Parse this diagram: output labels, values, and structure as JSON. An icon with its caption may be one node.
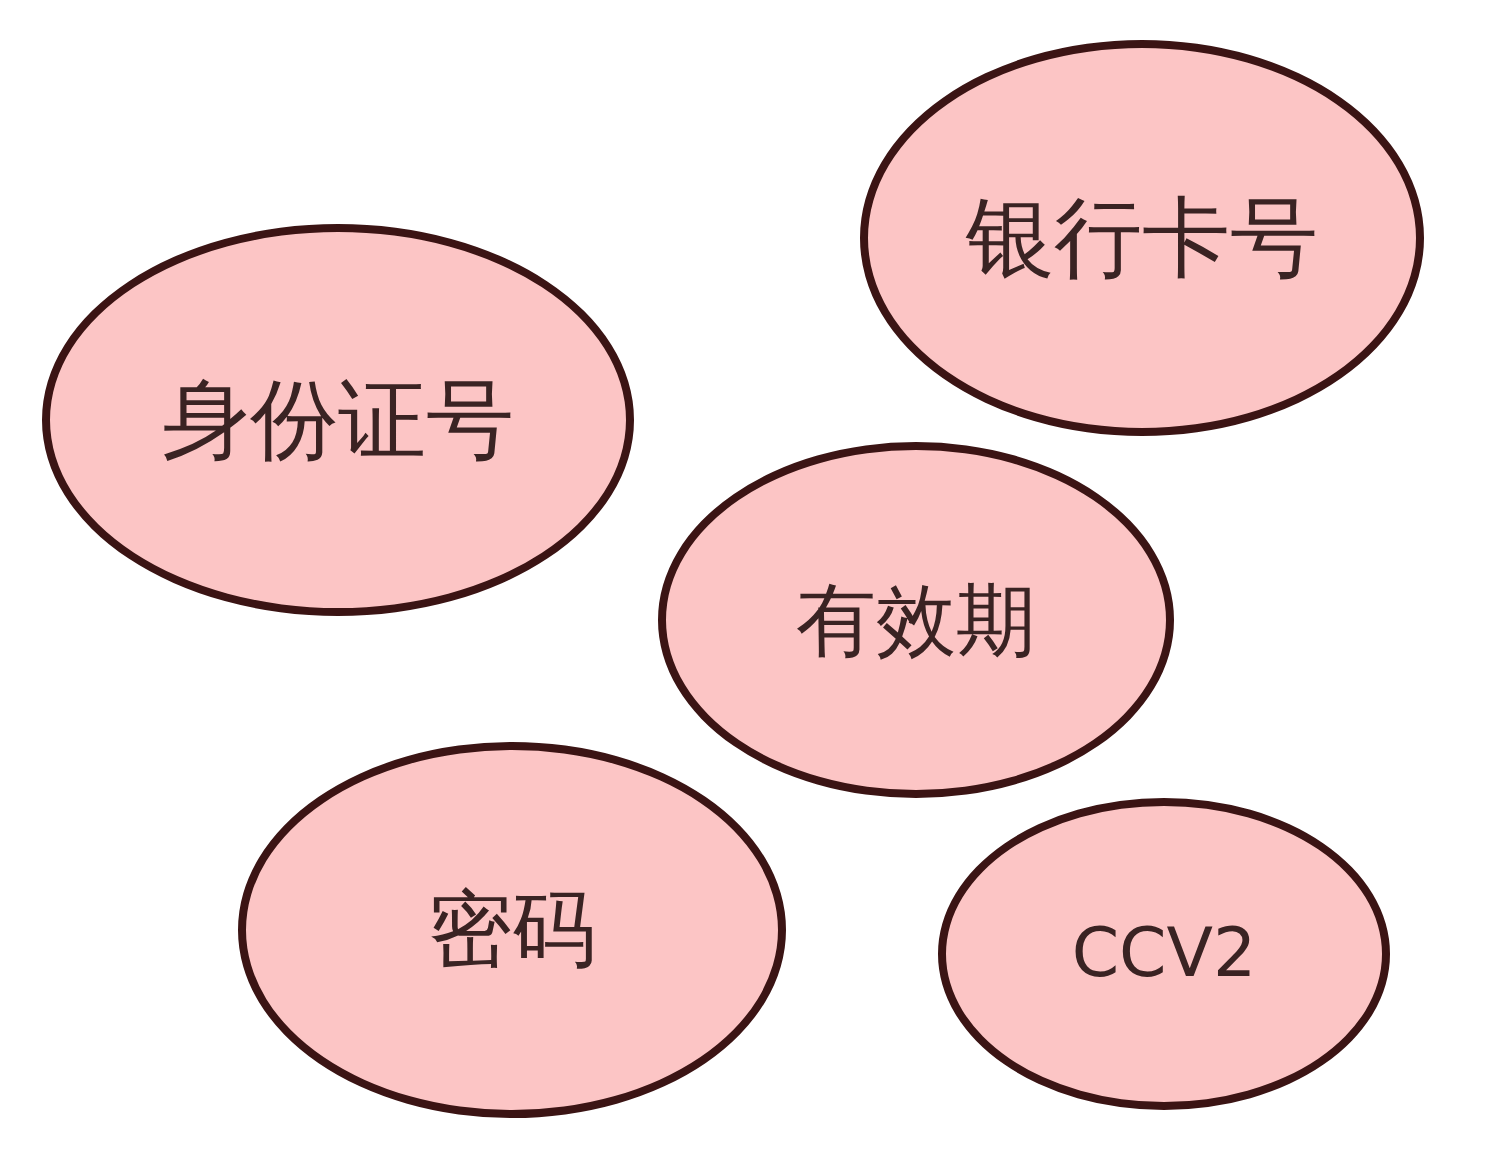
{
  "diagram": {
    "nodes": [
      {
        "text": [
          "银行卡号"
        ]
      },
      {
        "text": [
          "身份证号"
        ]
      },
      {
        "text": [
          "有效期"
        ]
      },
      {
        "text": [
          "密码"
        ]
      },
      {
        "text": [
          "CCV2"
        ]
      }
    ]
  }
}
